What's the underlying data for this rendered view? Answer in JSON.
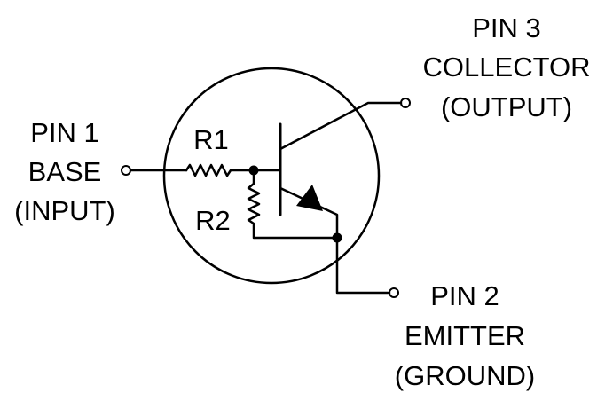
{
  "pin1": {
    "line1": "PIN 1",
    "line2": "BASE",
    "line3": "(INPUT)"
  },
  "pin2": {
    "line1": "PIN 2",
    "line2": "EMITTER",
    "line3": "(GROUND)"
  },
  "pin3": {
    "line1": "PIN 3",
    "line2": "COLLECTOR",
    "line3": "(OUTPUT)"
  },
  "resistors": {
    "r1": "R1",
    "r2": "R2"
  },
  "colors": {
    "stroke": "#000000",
    "background": "#ffffff"
  }
}
